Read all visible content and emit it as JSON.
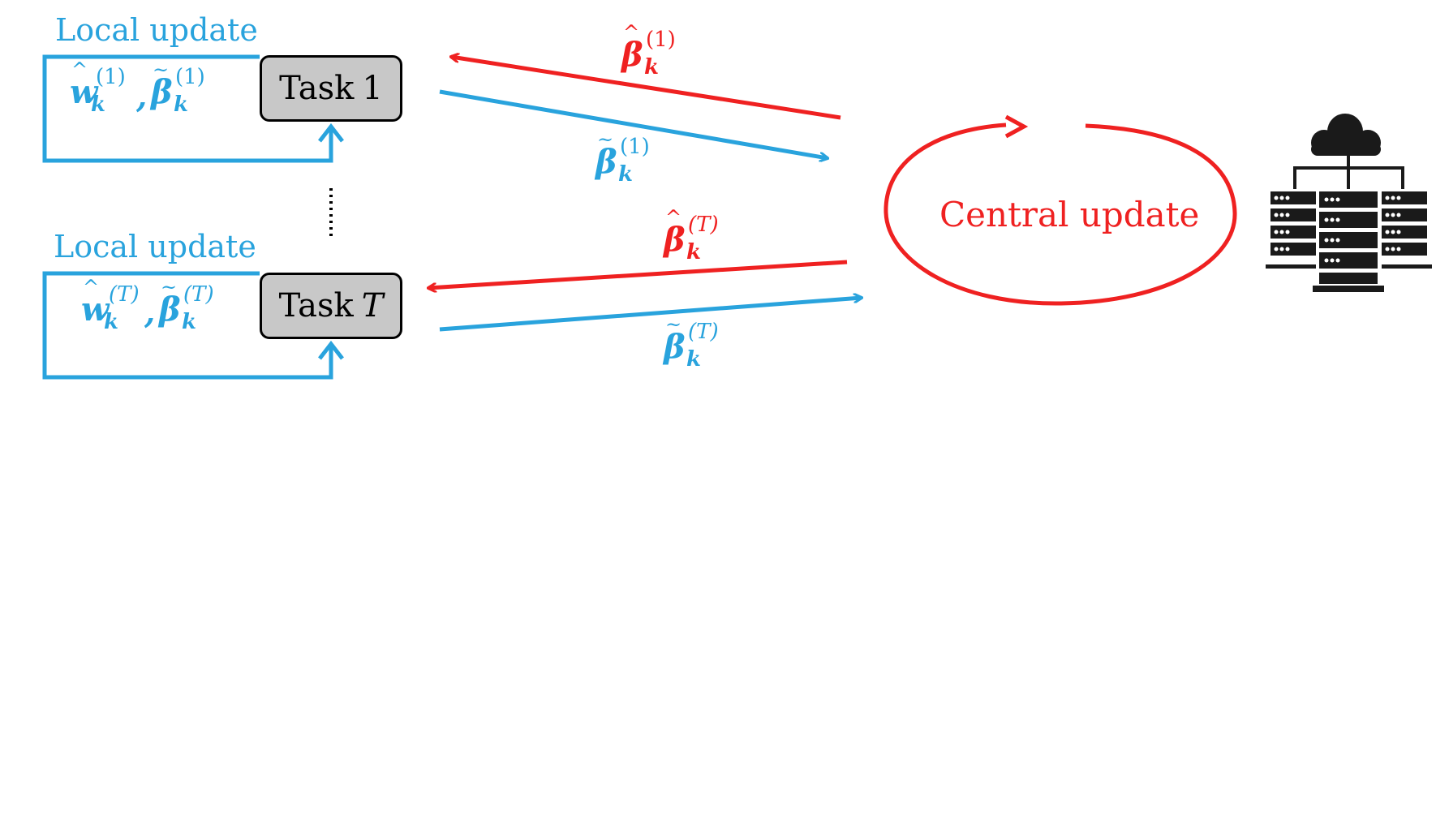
{
  "diagram": {
    "local_update_label": "Local update",
    "central_update_label": "Central update",
    "task1": {
      "prefix": "Task",
      "index": "1"
    },
    "taskT": {
      "prefix": "Task",
      "index": "T"
    },
    "symbols": {
      "w_hat": "w",
      "beta": "β",
      "sub_k": "k",
      "sup_1": "(1)",
      "sup_T": "(T)",
      "hat": "^",
      "tilde": "~",
      "comma": ","
    },
    "colors": {
      "local": "#29a3dd",
      "central": "#ef2121",
      "task_fill": "#c8c8c8",
      "server": "#1a1a1a"
    },
    "icons": [
      "cloud-server-icon"
    ]
  }
}
